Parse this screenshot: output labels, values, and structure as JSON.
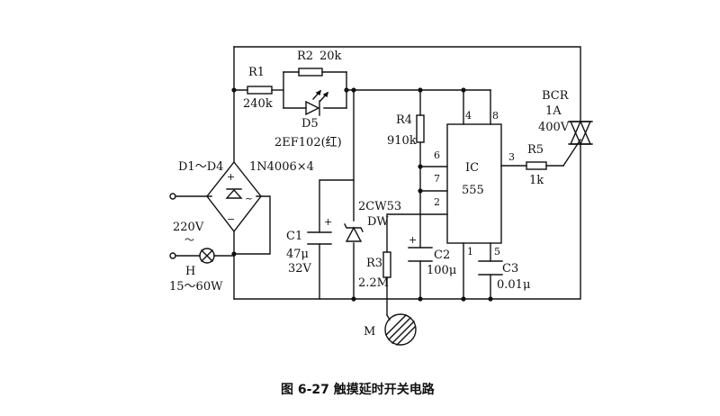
{
  "caption": "图 6-27    触摸延时开关电路",
  "components": {
    "r1": {
      "name": "R1",
      "value": "240k"
    },
    "r2": {
      "name": "R2",
      "value": "20k"
    },
    "d5": {
      "name": "D5",
      "value": "2EF102(红)"
    },
    "bridge": {
      "name": "D1～D4",
      "value": "1N4006×4"
    },
    "r4": {
      "name": "R4",
      "value": "910k"
    },
    "ic": {
      "name": "IC",
      "value": "555",
      "pins": [
        "4",
        "8",
        "6",
        "7",
        "2",
        "3",
        "1",
        "5"
      ]
    },
    "r5": {
      "name": "R5",
      "value": "1k"
    },
    "bcr": {
      "name": "BCR",
      "current": "1A",
      "voltage": "400V"
    },
    "dw": {
      "name": "2CW53",
      "label": "DW"
    },
    "c1": {
      "name": "C1",
      "capacitance": "47μ",
      "voltage": "32V"
    },
    "r3": {
      "name": "R3",
      "value": "2.2M"
    },
    "c2": {
      "name": "C2",
      "value": "100μ"
    },
    "c3": {
      "name": "C3",
      "value": "0.01μ"
    },
    "mains": {
      "voltage": "220V",
      "symbol": "～"
    },
    "lamp": {
      "name": "H",
      "rating": "15～60W"
    },
    "touch": {
      "name": "M"
    }
  }
}
